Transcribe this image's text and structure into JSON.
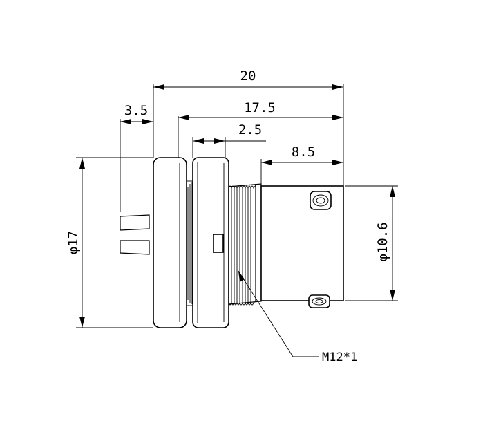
{
  "dimensions": {
    "overall_length": "20",
    "body_length": "17.5",
    "flange_offset": "3.5",
    "nut_width": "2.5",
    "sleeve_length": "8.5",
    "flange_diameter": "φ17",
    "sleeve_diameter": "φ10.6"
  },
  "callouts": {
    "thread": "M12*1"
  }
}
